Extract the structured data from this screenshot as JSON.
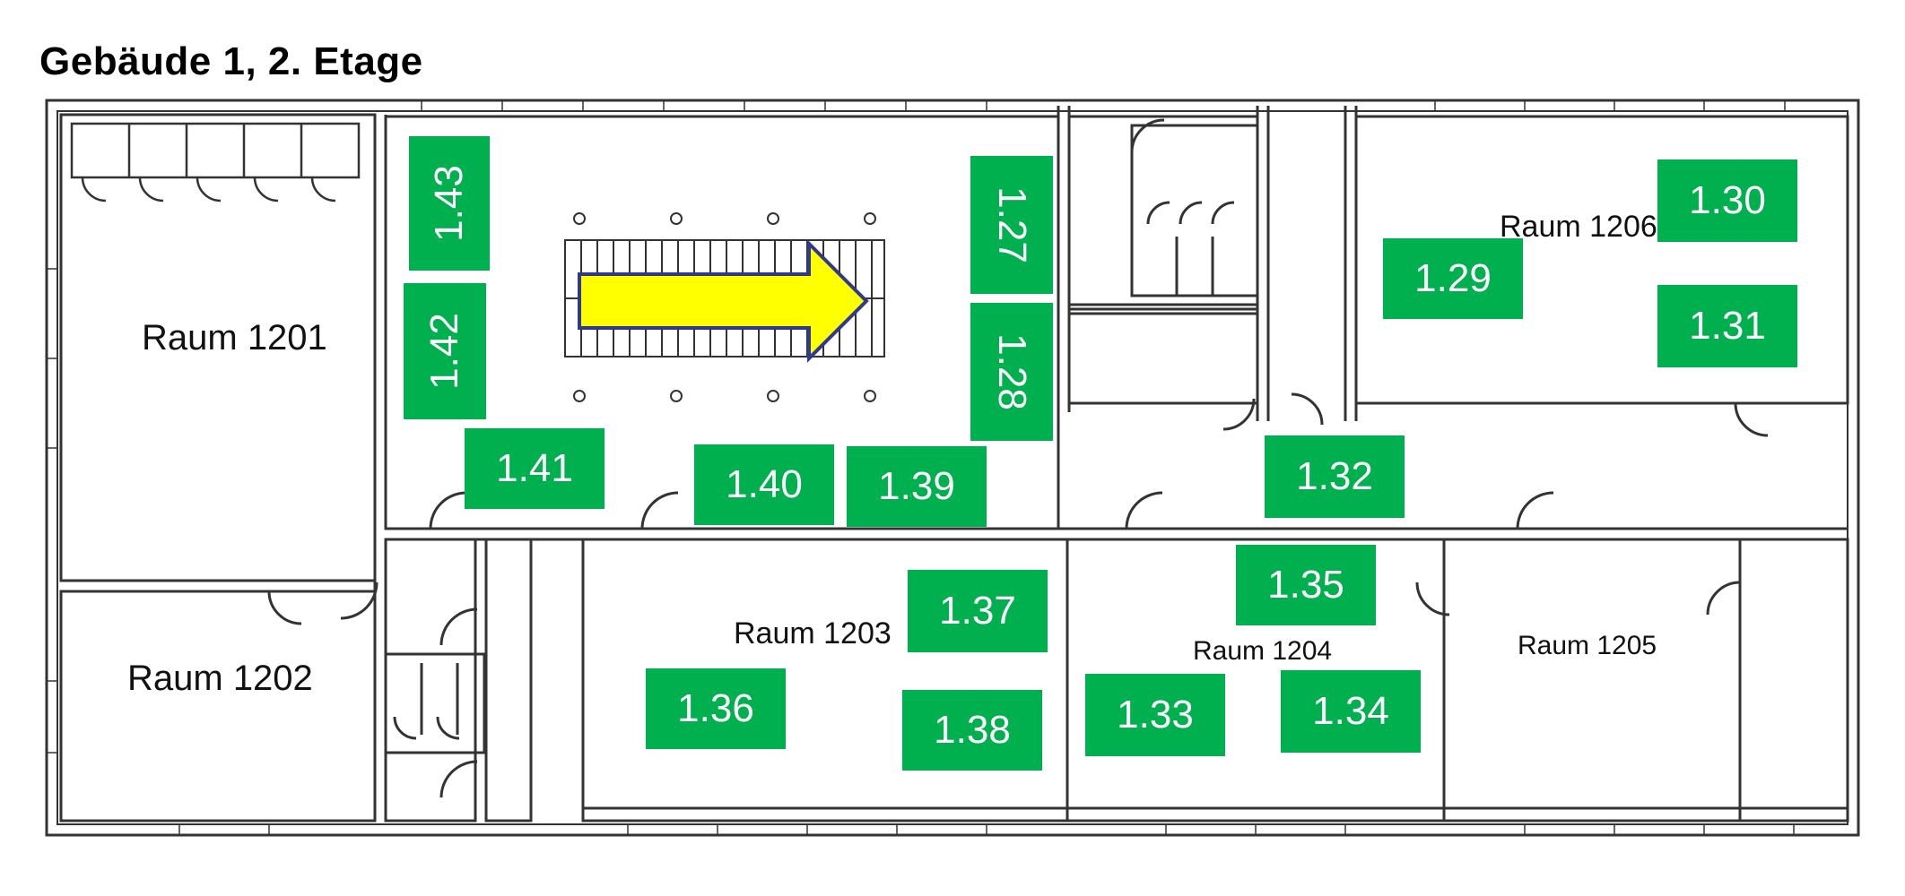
{
  "title": "Gebäude 1, 2. Etage",
  "rooms": {
    "r1201": "Raum 1201",
    "r1202": "Raum 1202",
    "r1203": "Raum 1203",
    "r1204": "Raum 1204",
    "r1205": "Raum 1205",
    "r1206": "Raum 1206"
  },
  "seats": {
    "s127": "1.27",
    "s128": "1.28",
    "s129": "1.29",
    "s130": "1.30",
    "s131": "1.31",
    "s132": "1.32",
    "s133": "1.33",
    "s134": "1.34",
    "s135": "1.35",
    "s136": "1.36",
    "s137": "1.37",
    "s138": "1.38",
    "s139": "1.39",
    "s140": "1.40",
    "s141": "1.41",
    "s142": "1.42",
    "s143": "1.43"
  },
  "colors": {
    "seat": "#00b04f",
    "arrow": "#ffff00",
    "arrow_outline": "#2e3a8c",
    "walls": "#333333"
  },
  "icons": {
    "direction": "yellow-arrow-right-icon",
    "stairs": "staircase-icon"
  }
}
